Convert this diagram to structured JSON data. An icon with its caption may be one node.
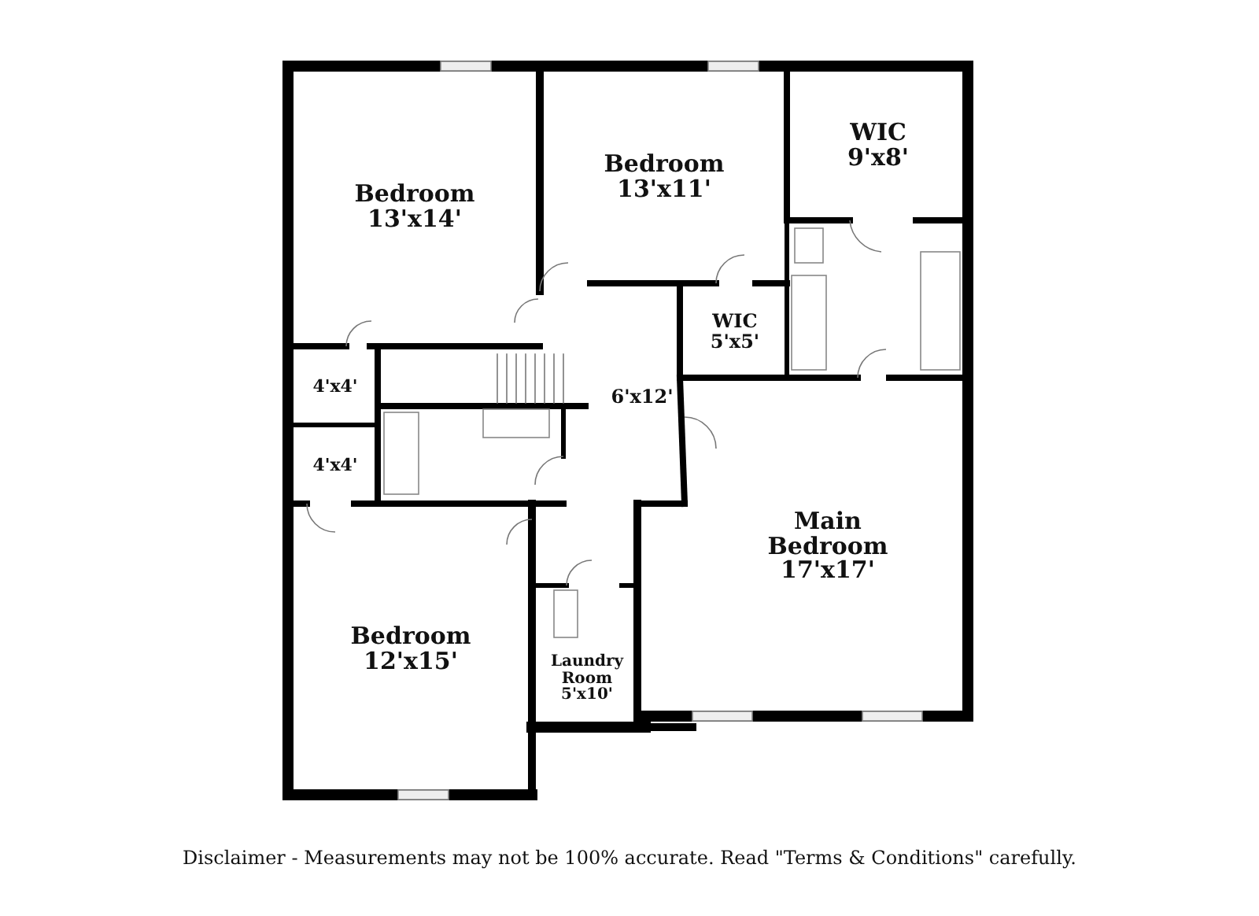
{
  "diagram": {
    "caption": "Disclaimer - Measurements may not be 100% accurate. Read \"Terms & Conditions\" carefully.",
    "nodes": [
      {
        "text": [
          "Bedroom",
          "13'x14'"
        ]
      },
      {
        "text": [
          "Bedroom",
          "13'x11'"
        ]
      },
      {
        "text": [
          "WIC",
          "9'x8'"
        ]
      },
      {
        "text": [
          "WIC",
          "5'x5'"
        ]
      },
      {
        "text": [
          "4'x4'"
        ]
      },
      {
        "text": [
          "6'x12'"
        ]
      },
      {
        "text": [
          "4'x4'"
        ]
      },
      {
        "text": [
          "Main Bedroom",
          "17'x17'"
        ]
      },
      {
        "text": [
          "Bedroom",
          "12'x15'"
        ]
      },
      {
        "text": [
          "Laundry Room",
          "5'x10'"
        ]
      }
    ],
    "edges": []
  }
}
